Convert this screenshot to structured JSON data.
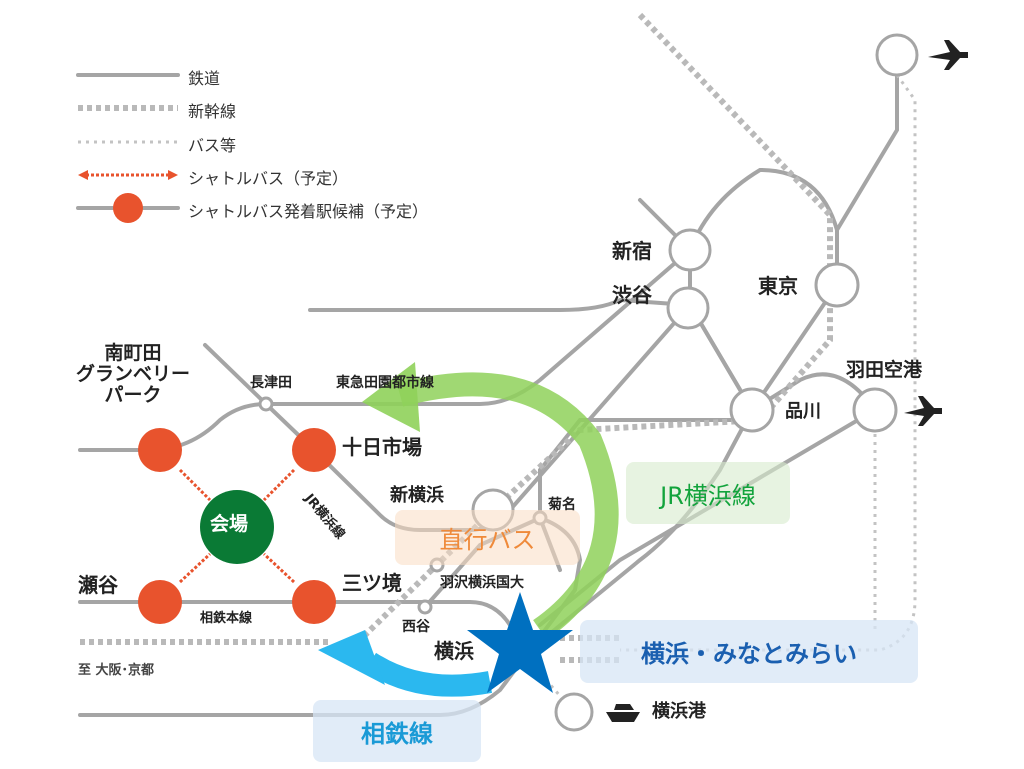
{
  "legend": [
    {
      "label": "鉄道"
    },
    {
      "label": "新幹線"
    },
    {
      "label": "バス等"
    },
    {
      "label": "シャトルバス（予定）"
    },
    {
      "label": "シャトルバス発着駅候補（予定）"
    }
  ],
  "stations": {
    "shinjuku": "新宿",
    "shibuya": "渋谷",
    "tokyo": "東京",
    "shinagawa": "品川",
    "haneda": "羽田空港",
    "shinyokohama": "新横浜",
    "kikuna": "菊名",
    "hazawa": "羽沢横浜国大",
    "nishiya": "西谷",
    "yokohama": "横浜",
    "yokohama_port": "横浜港",
    "nagatsuta": "長津田",
    "minamimachida": "南町田\nグランベリー\nパーク",
    "tokaichiba": "十日市場",
    "seya": "瀬谷",
    "mitsukyo": "三ツ境"
  },
  "venue": "会場",
  "lines": {
    "denentoshi": "東急田園都市線",
    "jr_yokohama_small": "JR横浜線",
    "sotetsu_main": "相鉄本線",
    "to_osaka": "至 大阪･京都"
  },
  "route_boxes": {
    "direct_bus": "直行バス",
    "jr_yokohama": "JR横浜線",
    "minatomirai": "横浜・みなとみらい",
    "sotetsu": "相鉄線"
  },
  "colors": {
    "rail": "#a5a5a5",
    "shuttle": "#e8532d",
    "venue": "#0a7a35",
    "star": "#0070c0",
    "green_arrow": "#8fd15a",
    "blue_arrow": "#2bb8ef"
  }
}
